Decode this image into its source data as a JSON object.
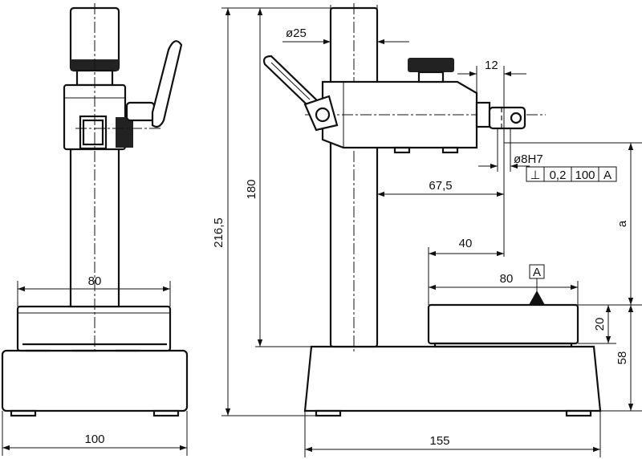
{
  "figure": {
    "colors": {
      "line": "#111111",
      "background": "#ffffff",
      "knurl": "#222222"
    }
  },
  "dimensions": {
    "left_view": {
      "base_width": "100",
      "plate_width": "80"
    },
    "right_view": {
      "column_diameter": "ø25",
      "overall_height": "216,5",
      "arm_height": "180",
      "probe_offset": "12",
      "bore_tolerance": "ø8H7",
      "reach": "67,5",
      "table_offset": "40",
      "plate_width": "80",
      "plate_height": "20",
      "base_height": "58",
      "base_width": "155",
      "variable_height": "a",
      "datum_marker": "A"
    }
  },
  "tolerance_frame": {
    "symbol": "⊥",
    "value": "0,2",
    "length": "100",
    "datum": "A"
  }
}
